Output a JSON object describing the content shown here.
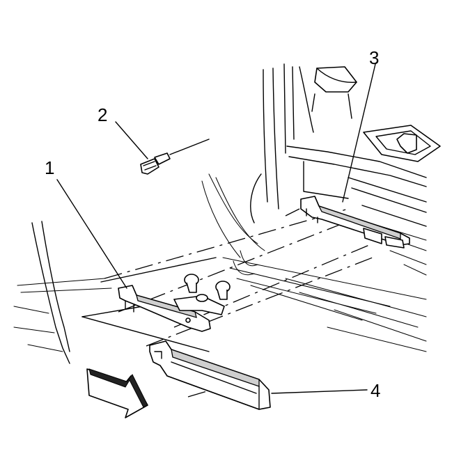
{
  "callouts": {
    "c1": "1",
    "c2": "2",
    "c3": "3",
    "c4": "4"
  },
  "icons": {
    "direction_arrow": "front-direction-arrow-icon"
  }
}
